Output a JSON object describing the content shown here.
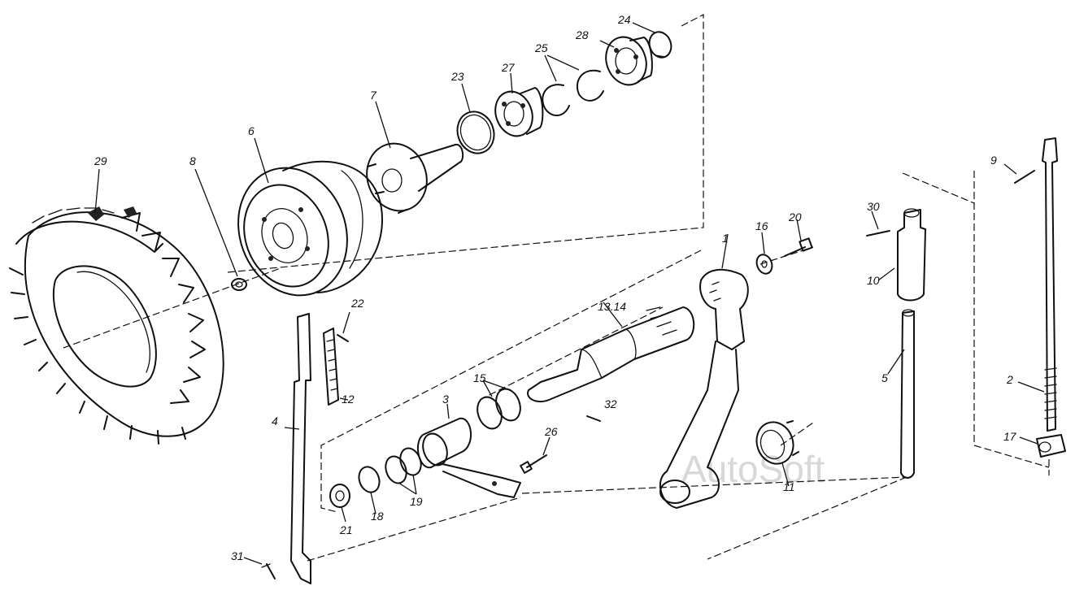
{
  "watermark": "AutoSoft",
  "labels": [
    {
      "key": "29",
      "text": "29"
    },
    {
      "key": "8",
      "text": "8"
    },
    {
      "key": "6",
      "text": "6"
    },
    {
      "key": "7",
      "text": "7"
    },
    {
      "key": "23",
      "text": "23"
    },
    {
      "key": "27",
      "text": "27"
    },
    {
      "key": "25",
      "text": "25"
    },
    {
      "key": "28",
      "text": "28"
    },
    {
      "key": "24",
      "text": "24"
    },
    {
      "key": "22",
      "text": "22"
    },
    {
      "key": "12",
      "text": "12"
    },
    {
      "key": "4",
      "text": "4"
    },
    {
      "key": "31",
      "text": "31"
    },
    {
      "key": "21",
      "text": "21"
    },
    {
      "key": "18",
      "text": "18"
    },
    {
      "key": "19",
      "text": "19"
    },
    {
      "key": "3",
      "text": "3"
    },
    {
      "key": "15",
      "text": "15"
    },
    {
      "key": "26",
      "text": "26"
    },
    {
      "key": "32",
      "text": "32"
    },
    {
      "key": "13_14",
      "text": "13.14"
    },
    {
      "key": "1",
      "text": "1"
    },
    {
      "key": "16",
      "text": "16"
    },
    {
      "key": "20",
      "text": "20"
    },
    {
      "key": "11",
      "text": "11"
    },
    {
      "key": "30",
      "text": "30"
    },
    {
      "key": "10",
      "text": "10"
    },
    {
      "key": "5",
      "text": "5"
    },
    {
      "key": "9",
      "text": "9"
    },
    {
      "key": "2",
      "text": "2"
    },
    {
      "key": "17",
      "text": "17"
    }
  ]
}
